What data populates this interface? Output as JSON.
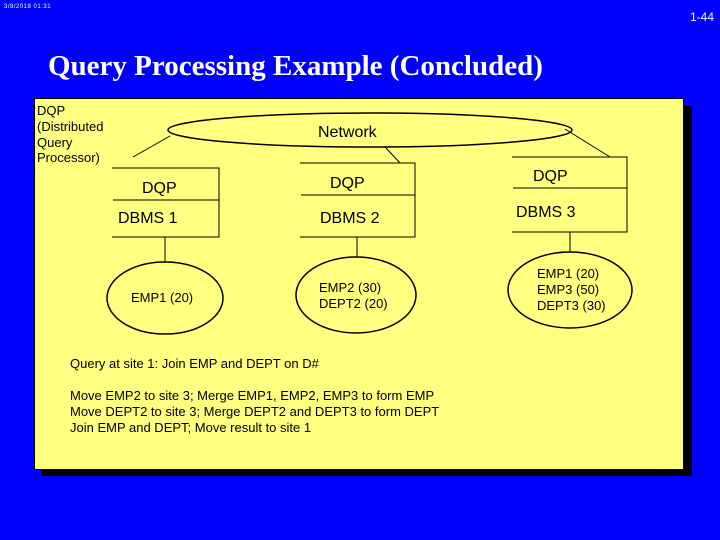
{
  "header": {
    "timestamp": "3/8/2018 01:31",
    "page_number": "1-44",
    "title": "Query Processing Example (Concluded)"
  },
  "diagram": {
    "legend_label": [
      "DQP",
      "(Distributed",
      "Query",
      "Processor)"
    ],
    "network_label": "Network",
    "sites": [
      {
        "dqp": "DQP",
        "dbms": "DBMS 1",
        "data": [
          "EMP1 (20)"
        ]
      },
      {
        "dqp": "DQP",
        "dbms": "DBMS 2",
        "data": [
          "EMP2 (30)",
          "DEPT2 (20)"
        ]
      },
      {
        "dqp": "DQP",
        "dbms": "DBMS 3",
        "data": [
          "EMP1 (20)",
          "EMP3 (50)",
          "DEPT3 (30)"
        ]
      }
    ]
  },
  "notes": {
    "query": "Query at site 1:  Join EMP and DEPT on D#",
    "steps": [
      "Move EMP2 to site 3; Merge EMP1, EMP2, EMP3 to form EMP",
      "Move DEPT2 to site 3; Merge DEPT2 and DEPT3 to form DEPT",
      "Join EMP and DEPT; Move result to site 1"
    ]
  },
  "colors": {
    "background": "#0000ff",
    "panel": "#ffff80",
    "text": "#000000"
  }
}
